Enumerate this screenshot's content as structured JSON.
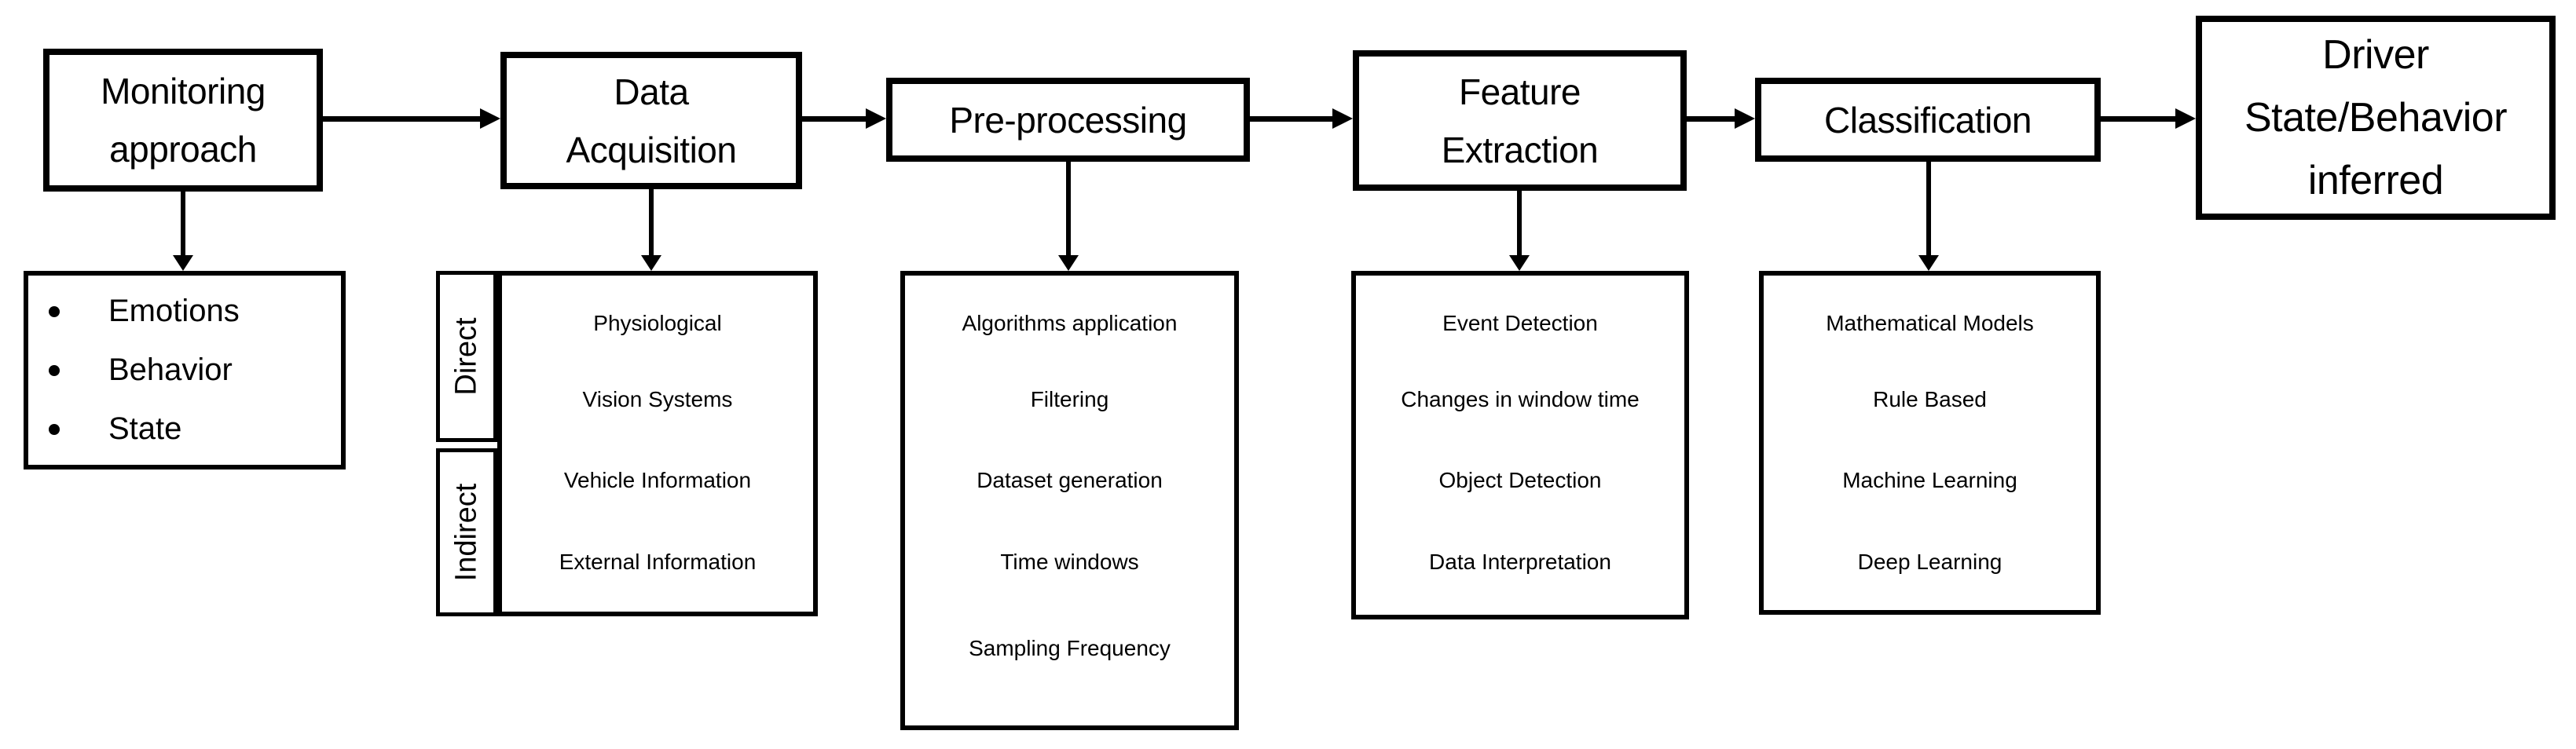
{
  "diagram": {
    "stages": [
      {
        "label": "Monitoring\napproach"
      },
      {
        "label": "Data\nAcquisition"
      },
      {
        "label": "Pre-processing"
      },
      {
        "label": "Feature\nExtraction"
      },
      {
        "label": "Classification"
      },
      {
        "label": "Driver\nState/Behavior\ninferred"
      }
    ],
    "monitoring_detail": {
      "items": [
        "Emotions",
        "Behavior",
        "State"
      ]
    },
    "data_acquisition_detail": {
      "row_groups": [
        {
          "label": "Direct"
        },
        {
          "label": "Indirect"
        }
      ],
      "items": [
        "Physiological",
        "Vision Systems",
        "Vehicle Information",
        "External Information"
      ]
    },
    "pre_processing_detail": {
      "items": [
        "Algorithms application",
        "Filtering",
        "Dataset generation",
        "Time windows",
        "Sampling Frequency"
      ]
    },
    "feature_extraction_detail": {
      "items": [
        "Event Detection",
        "Changes in window time",
        "Object Detection",
        "Data Interpretation"
      ]
    },
    "classification_detail": {
      "items": [
        "Mathematical Models",
        "Rule Based",
        "Machine Learning",
        "Deep Learning"
      ]
    }
  },
  "colors": {
    "ink": "#000000",
    "background": "#ffffff"
  }
}
